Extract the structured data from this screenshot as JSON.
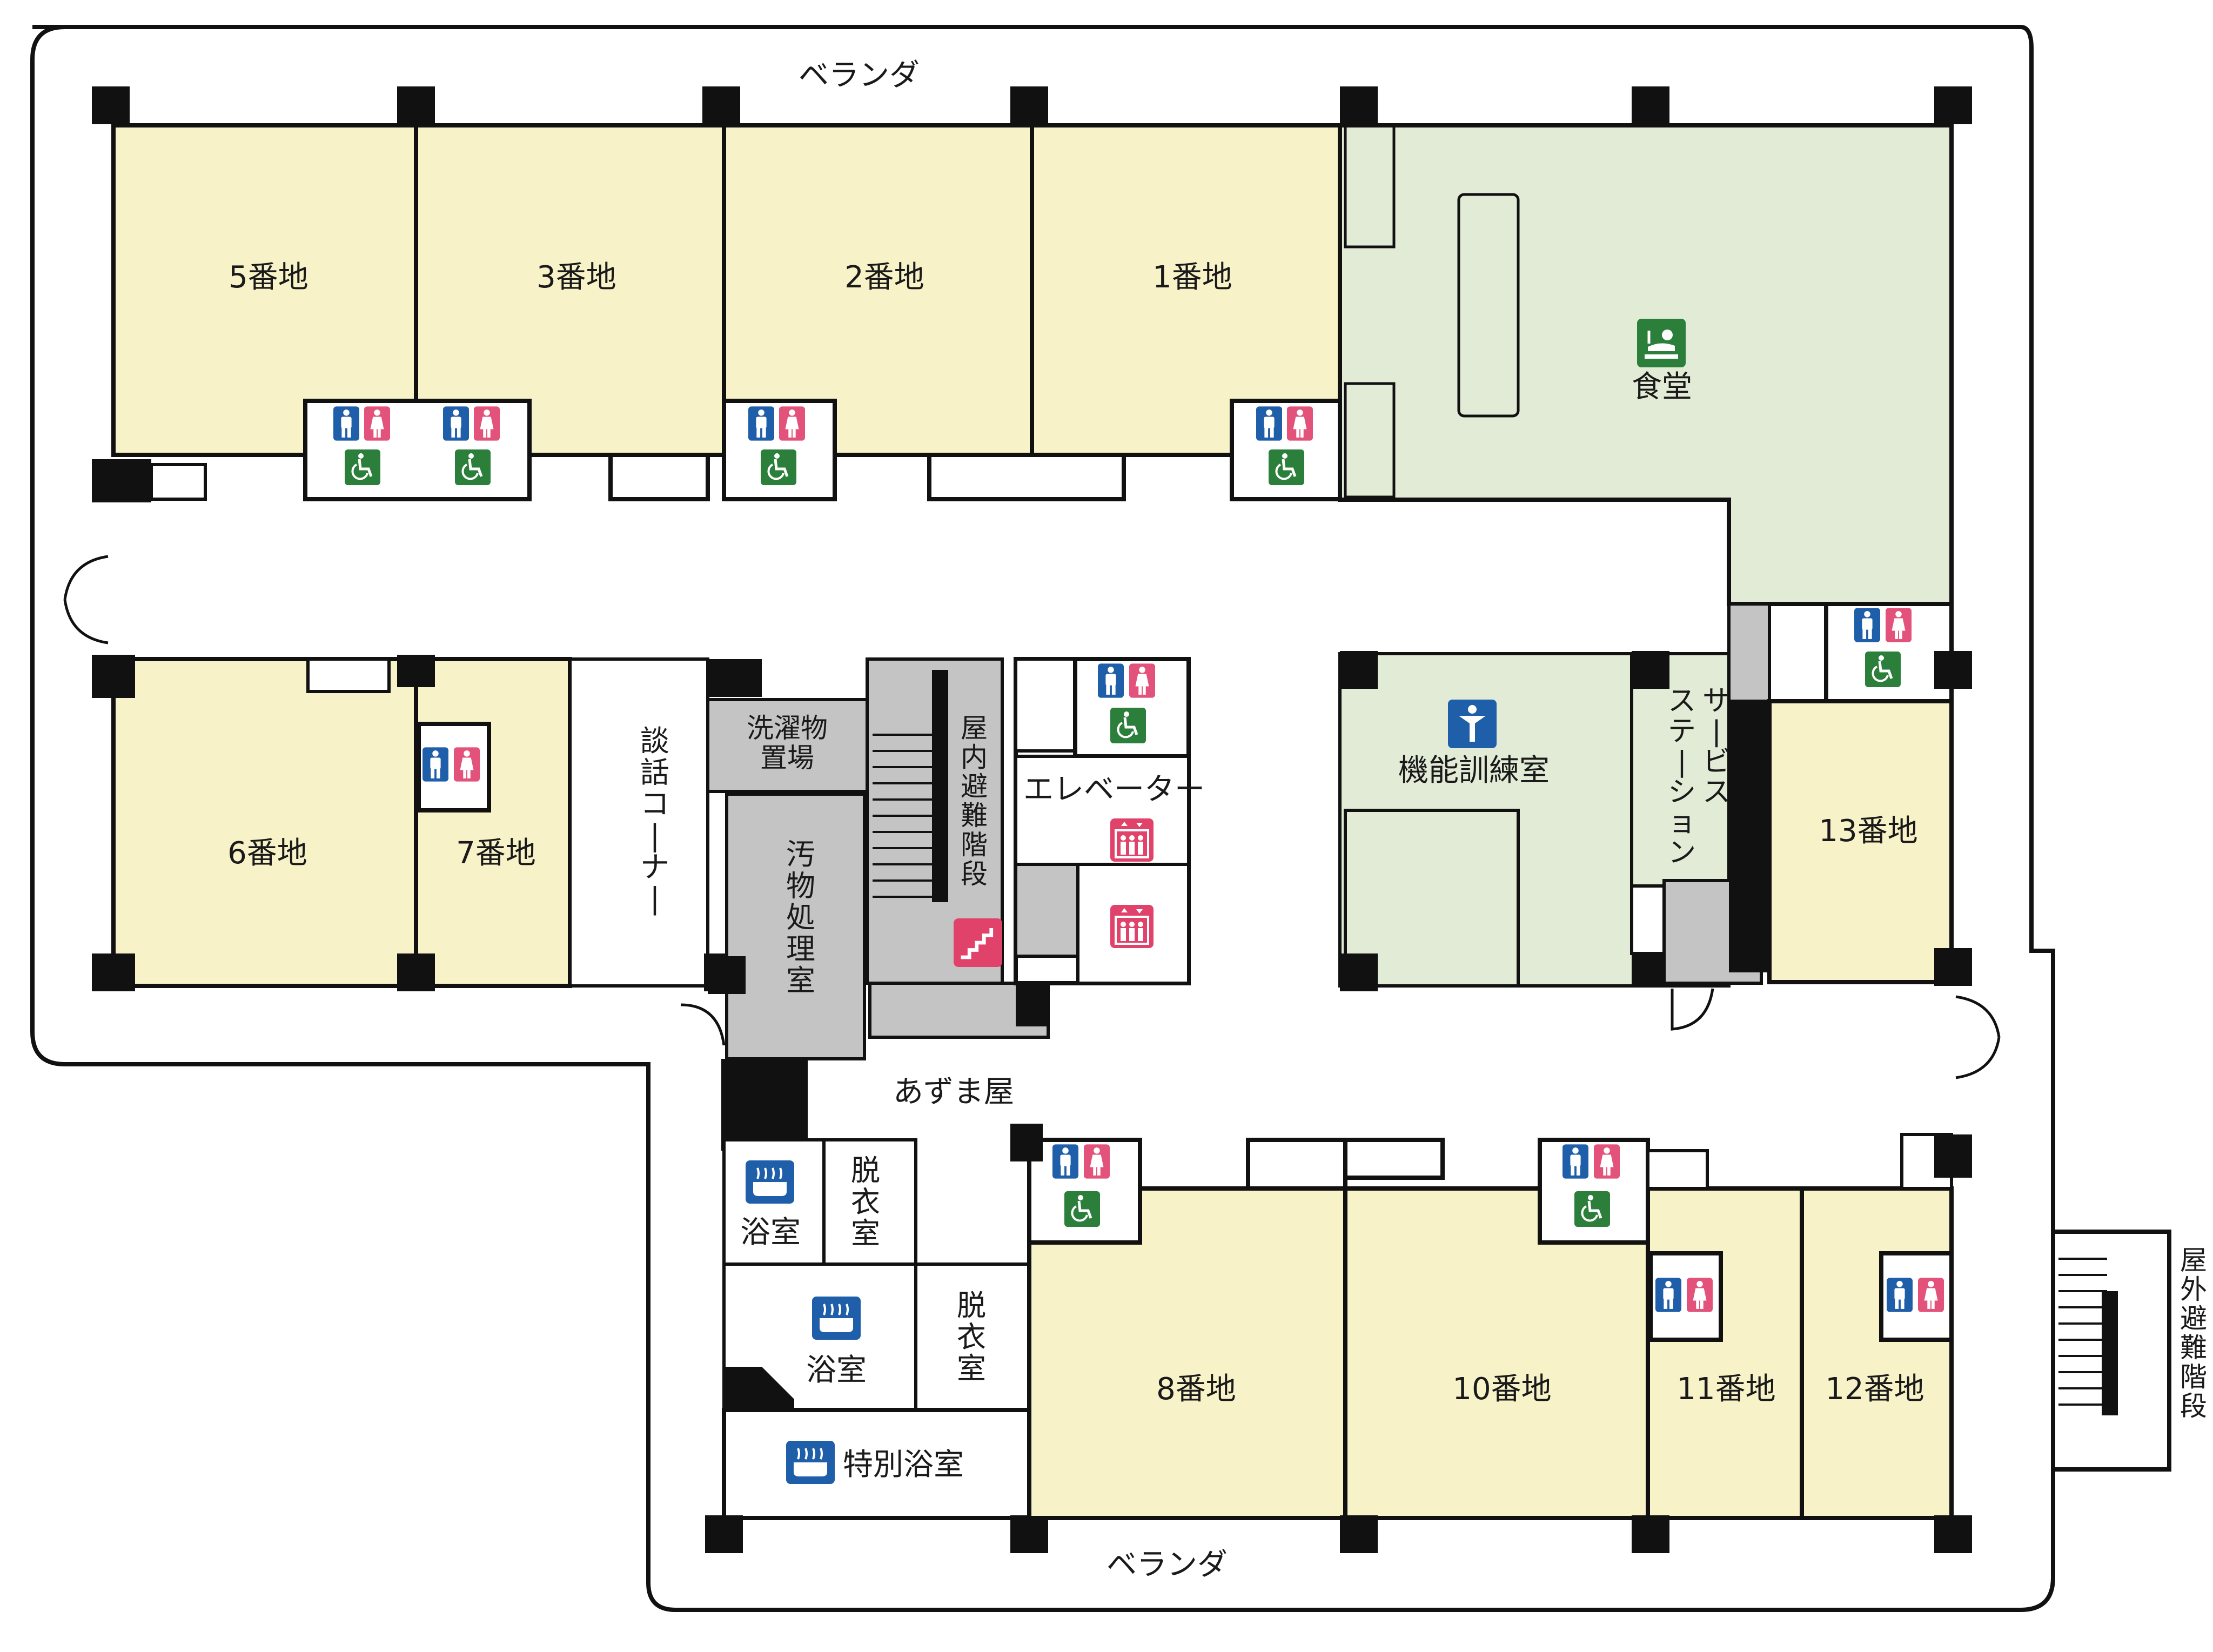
{
  "map_title": "",
  "colors": {
    "room_yellow": "#f8f2c8",
    "room_green": "#e1ebd6",
    "service_gray": "#c4c4c4",
    "wall": "#111111",
    "icon_blue": "#1f5ea8",
    "icon_pink": "#e2527a",
    "icon_green": "#2b7f3a",
    "icon_red": "#e0426a"
  },
  "labels": {
    "veranda_top": "ベランダ",
    "veranda_bottom": "ベランダ",
    "room_5": "5番地",
    "room_3": "3番地",
    "room_2": "2番地",
    "room_1": "1番地",
    "dining": "食堂",
    "room_6": "6番地",
    "room_7": "7番地",
    "lounge": "談話コーナー",
    "laundry": "洗濯物置場",
    "soiled": "汚物処理室",
    "inner_stairs": "屋内避難階段",
    "elevator": "エレベーター",
    "training": "機能訓練室",
    "service_station": "サービスステーション",
    "room_13": "13番地",
    "azumaya": "あずま屋",
    "bath_1": "浴室",
    "dressing_1": "脱衣室",
    "bath_2": "浴室",
    "dressing_2": "脱衣室",
    "special_bath": "特別浴室",
    "room_8": "8番地",
    "room_10": "10番地",
    "room_11": "11番地",
    "room_12": "12番地",
    "outer_stairs": "屋外避難階段"
  },
  "icons": {
    "male": "male-toilet-icon",
    "female": "female-toilet-icon",
    "wheelchair": "wheelchair-icon",
    "dining": "dining-icon",
    "training": "training-icon",
    "elevator": "elevator-icon",
    "stairs": "stairs-icon",
    "bath": "bath-icon"
  }
}
